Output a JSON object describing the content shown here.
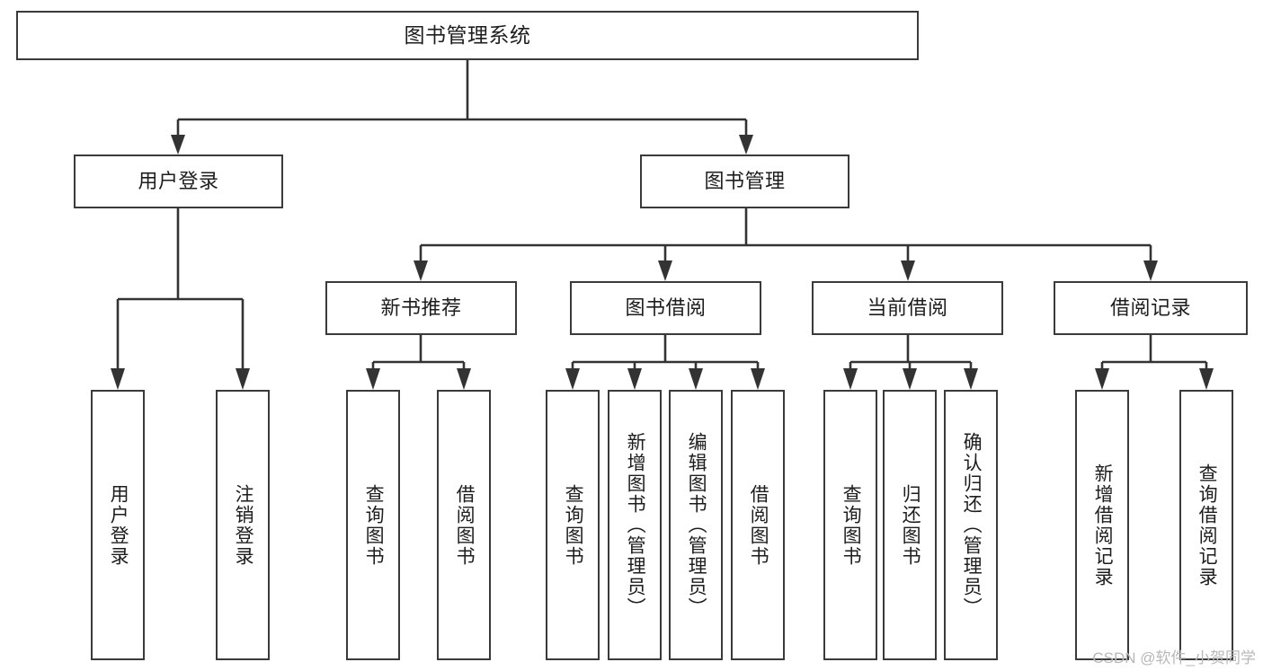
{
  "diagram": {
    "type": "tree-hierarchy-chart",
    "title": "图书管理系统",
    "level2": [
      {
        "id": "user-login",
        "label": "用户登录"
      },
      {
        "id": "book-manage",
        "label": "图书管理"
      }
    ],
    "level3": [
      {
        "id": "new-book-recommend",
        "label": "新书推荐"
      },
      {
        "id": "book-borrow",
        "label": "图书借阅"
      },
      {
        "id": "current-borrow",
        "label": "当前借阅"
      },
      {
        "id": "borrow-record",
        "label": "借阅记录"
      }
    ],
    "leaves": {
      "user_login": [
        {
          "id": "leaf-user-login",
          "label": "用户登录"
        },
        {
          "id": "leaf-logout-login",
          "label": "注销登录"
        }
      ],
      "new_book_recommend": [
        {
          "id": "leaf-query-book-1",
          "label": "查询图书"
        },
        {
          "id": "leaf-borrow-book-1",
          "label": "借阅图书"
        }
      ],
      "book_borrow": [
        {
          "id": "leaf-query-book-2",
          "label": "查询图书"
        },
        {
          "id": "leaf-add-book",
          "label": "新增图书（管理员）"
        },
        {
          "id": "leaf-edit-book",
          "label": "编辑图书（管理员）"
        },
        {
          "id": "leaf-borrow-book-2",
          "label": "借阅图书"
        }
      ],
      "current_borrow": [
        {
          "id": "leaf-query-book-3",
          "label": "查询图书"
        },
        {
          "id": "leaf-return-book",
          "label": "归还图书"
        },
        {
          "id": "leaf-confirm-return",
          "label": "确认归还（管理员）"
        }
      ],
      "borrow_record": [
        {
          "id": "leaf-add-borrow-record",
          "label": "新增借阅记录"
        },
        {
          "id": "leaf-query-borrow-record",
          "label": "查询借阅记录"
        }
      ]
    }
  },
  "watermark": {
    "text": "CSDN @软件_小贺同学"
  },
  "colors": {
    "box_border": "#3a3a3a",
    "line": "#333333",
    "text": "#1d1d1d",
    "background": "#ffffff",
    "watermark": "#b8b8b8"
  }
}
